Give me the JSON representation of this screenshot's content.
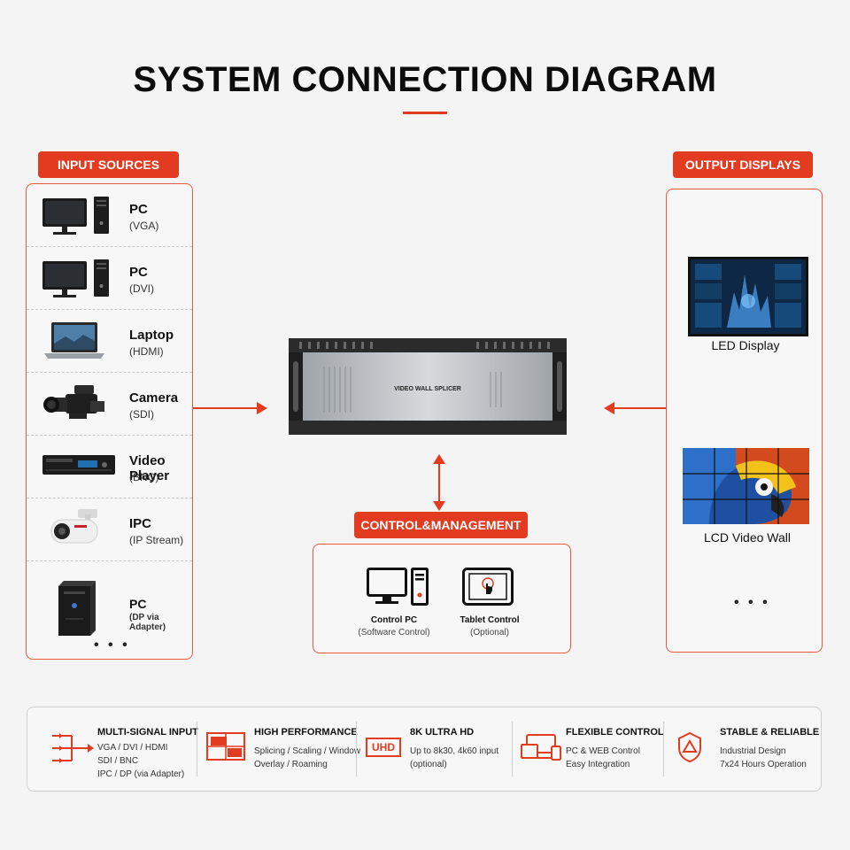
{
  "title": "SYSTEM CONNECTION DIAGRAM",
  "colors": {
    "accent": "#e33b20",
    "border": "#e8573e",
    "text": "#111111"
  },
  "input_sources": {
    "label": "INPUT SOURCES",
    "items": [
      {
        "name": "PC",
        "sub": "(VGA)",
        "icon": "desktop-pc-icon"
      },
      {
        "name": "PC",
        "sub": "(DVI)",
        "icon": "desktop-pc-icon"
      },
      {
        "name": "Laptop",
        "sub": "(HDMI)",
        "icon": "laptop-icon"
      },
      {
        "name": "Camera",
        "sub": "(SDI)",
        "icon": "camera-icon"
      },
      {
        "name": "Video Player",
        "sub": "(BNC)",
        "icon": "video-player-icon"
      },
      {
        "name": "IPC",
        "sub": "(IP Stream)",
        "icon": "ip-camera-icon"
      },
      {
        "name": "PC",
        "sub": "(DP via Adapter)",
        "icon": "tower-pc-icon"
      }
    ],
    "more": "• • •"
  },
  "device": {
    "label": "VIDEO WALL SPLICER"
  },
  "output_displays": {
    "label": "OUTPUT DISPLAYS",
    "items": [
      {
        "name": "LED Display",
        "icon": "led-display-icon"
      },
      {
        "name": "LCD Video Wall",
        "icon": "lcd-video-wall-icon"
      }
    ],
    "more": "• • •"
  },
  "control": {
    "label": "CONTROL&MANAGEMENT",
    "items": [
      {
        "name": "Control PC",
        "sub": "(Software Control)",
        "icon": "control-pc-icon"
      },
      {
        "name": "Tablet Control",
        "sub": "(Optional)",
        "icon": "tablet-touch-icon"
      }
    ]
  },
  "features": [
    {
      "title": "MULTI-SIGNAL INPUT",
      "lines": [
        "VGA / DVI / HDMI",
        "SDI / BNC",
        "IPC / DP (via Adapter)"
      ],
      "icon": "multi-input-icon"
    },
    {
      "title": "HIGH PERFORMANCE",
      "lines": [
        "Splicing / Scaling / Window",
        "Overlay / Roaming"
      ],
      "icon": "window-overlay-icon"
    },
    {
      "title": "8K ULTRA HD",
      "lines": [
        "Up to 8k30, 4k60 input",
        "(optional)"
      ],
      "icon": "uhd-badge-icon",
      "badge": "UHD"
    },
    {
      "title": "FLEXIBLE CONTROL",
      "lines": [
        "PC & WEB Control",
        "Easy Integration"
      ],
      "icon": "devices-icon"
    },
    {
      "title": "STABLE & RELIABLE",
      "lines": [
        "Industrial Design",
        "7x24 Hours Operation"
      ],
      "icon": "shield-triangle-icon"
    }
  ]
}
